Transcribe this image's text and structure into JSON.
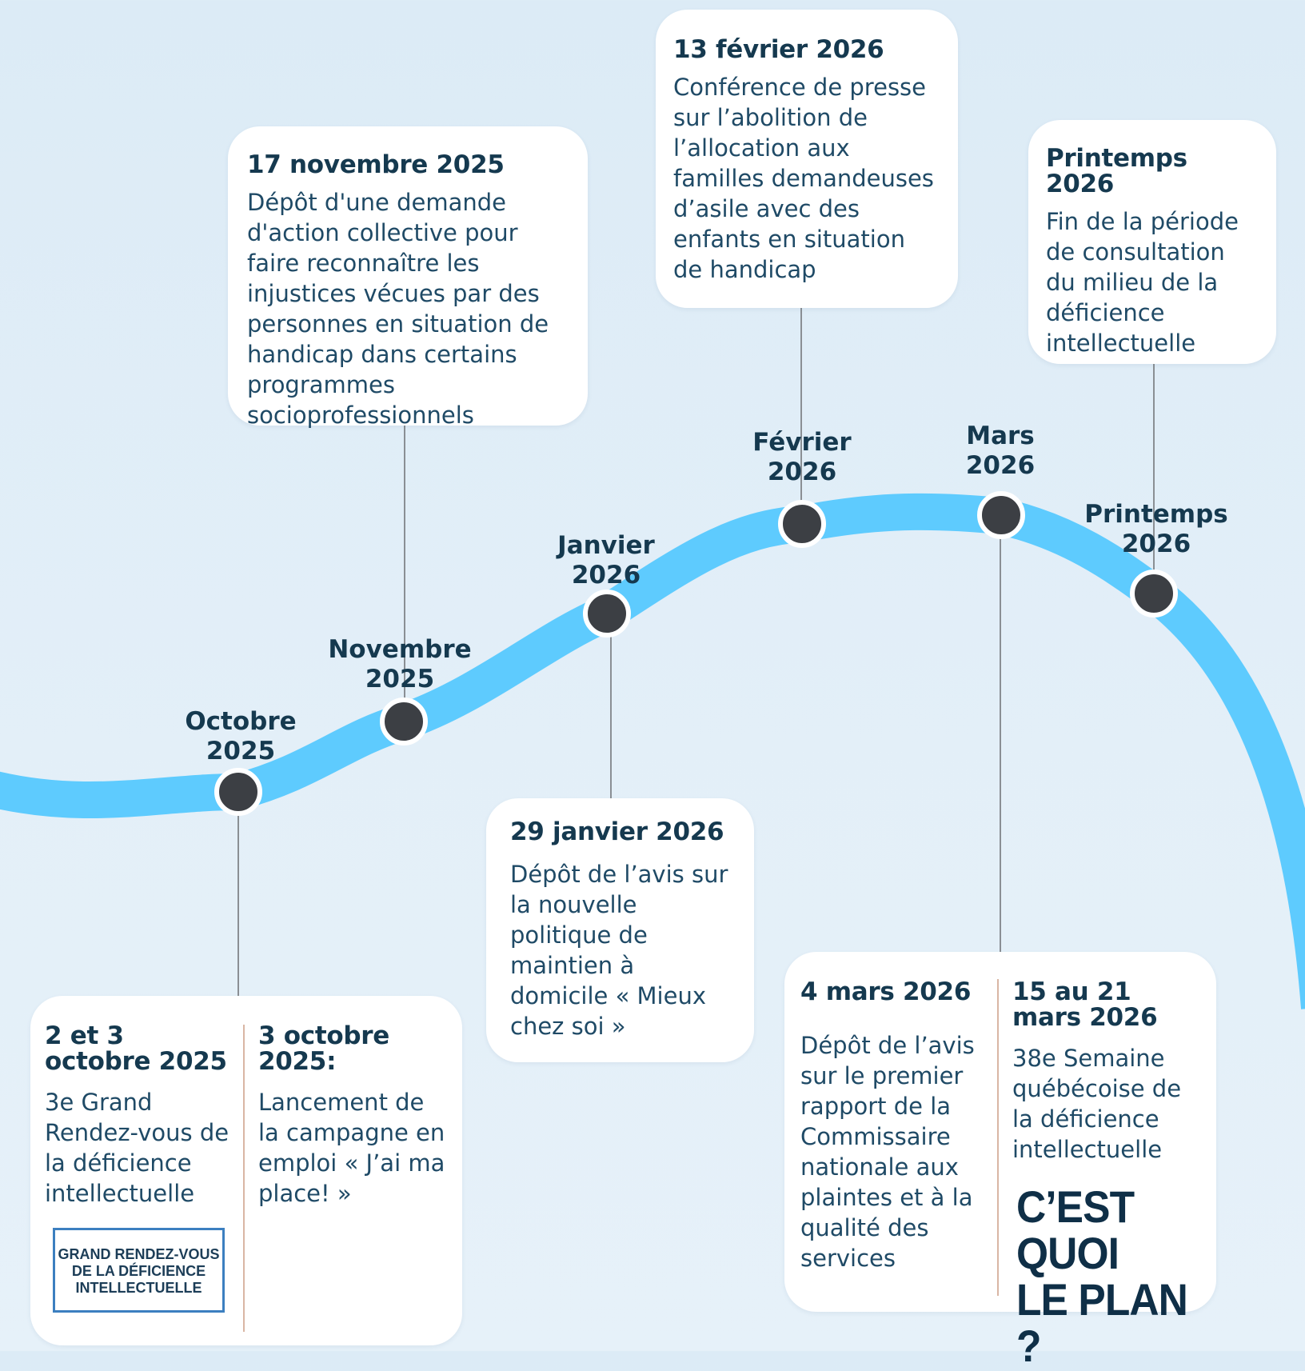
{
  "colors": {
    "background": "#dde9f5",
    "curve": "#5ecbfe",
    "dot": "#3c3f44",
    "connector": "#8a8f94",
    "text_dark": "#15394f",
    "card": "#ffffff"
  },
  "months": {
    "oct": "Octobre\n2025",
    "nov": "Novembre\n2025",
    "jan": "Janvier\n2026",
    "feb": "Février\n2026",
    "mar": "Mars\n2026",
    "spring": "Printemps\n2026"
  },
  "events": {
    "nov17": {
      "date": "17 novembre 2025",
      "text": "Dépôt d'une demande d'action collective pour faire reconnaître les injustices vécues par des personnes en situation de handicap dans certains programmes socioprofessionnels"
    },
    "feb13": {
      "date": "13 février 2026",
      "text": "Conférence de presse sur l’abolition de l’allocation aux familles demandeuses d’asile avec des enfants en situation de handicap"
    },
    "spring": {
      "date": "Printemps 2026",
      "text": "Fin de la période de consultation du milieu de la déficience intellectuelle"
    },
    "jan29": {
      "date": "29 janvier 2026",
      "text": "Dépôt de l’avis sur la nouvelle politique de maintien à domicile « Mieux chez soi »"
    },
    "oct23": {
      "date": "2 et 3 octobre 2025",
      "text": "3e Grand Rendez-vous de la déficience intellectuelle",
      "logo": "GRAND RENDEZ-VOUS\nDE LA DÉFICIENCE\nINTELLECTUELLE"
    },
    "oct3": {
      "date": "3 octobre 2025:",
      "text": "Lancement de la campagne en emploi « J’ai ma place! »"
    },
    "mar4": {
      "date": "4 mars 2026",
      "text": "Dépôt de l’avis sur le premier rapport de la Commissaire nationale aux plaintes et à la qualité des services"
    },
    "mar15": {
      "date": "15 au 21 mars 2026",
      "text": "38e Semaine québécoise de la déficience intellectuelle",
      "logo": "C’EST QUOI\nLE PLAN ?"
    }
  }
}
